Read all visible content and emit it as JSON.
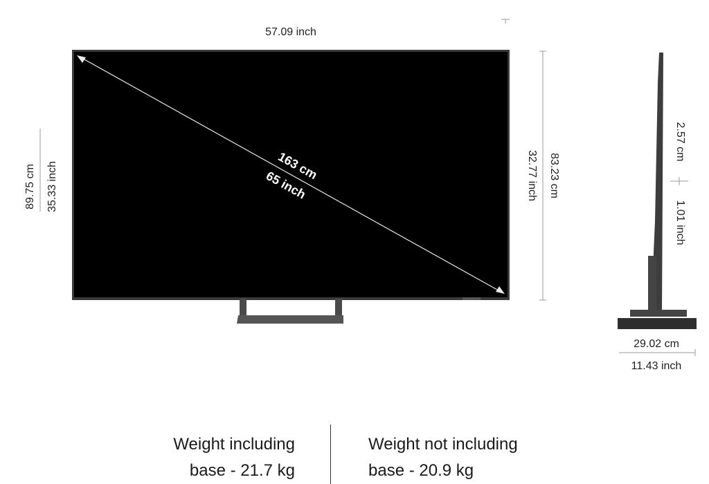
{
  "front_view": {
    "width_label": "57.09 inch",
    "height_inch_label": "35.33 inch",
    "height_cm_label": "89.75 cm",
    "diagonal_cm_label": "163 cm",
    "diagonal_inch_label": "65 inch",
    "screen_height_inch_label": "32.77 inch",
    "screen_height_cm_label": "83.23 cm"
  },
  "side_view": {
    "depth_cm_label": "2.57 cm",
    "depth_inch_label": "1.01 inch",
    "base_depth_cm_label": "29.02 cm",
    "base_depth_inch_label": "11.43 inch"
  },
  "weights": {
    "with_base_line1": "Weight including",
    "with_base_line2": "base - 21.7 kg",
    "without_base_line1": "Weight not including",
    "without_base_line2": "base - 20.9 kg"
  },
  "colors": {
    "screen": "#000000",
    "frame": "#3a3a3a",
    "stand": "#4a4a4a",
    "dimension_line": "#9a9a9a"
  }
}
